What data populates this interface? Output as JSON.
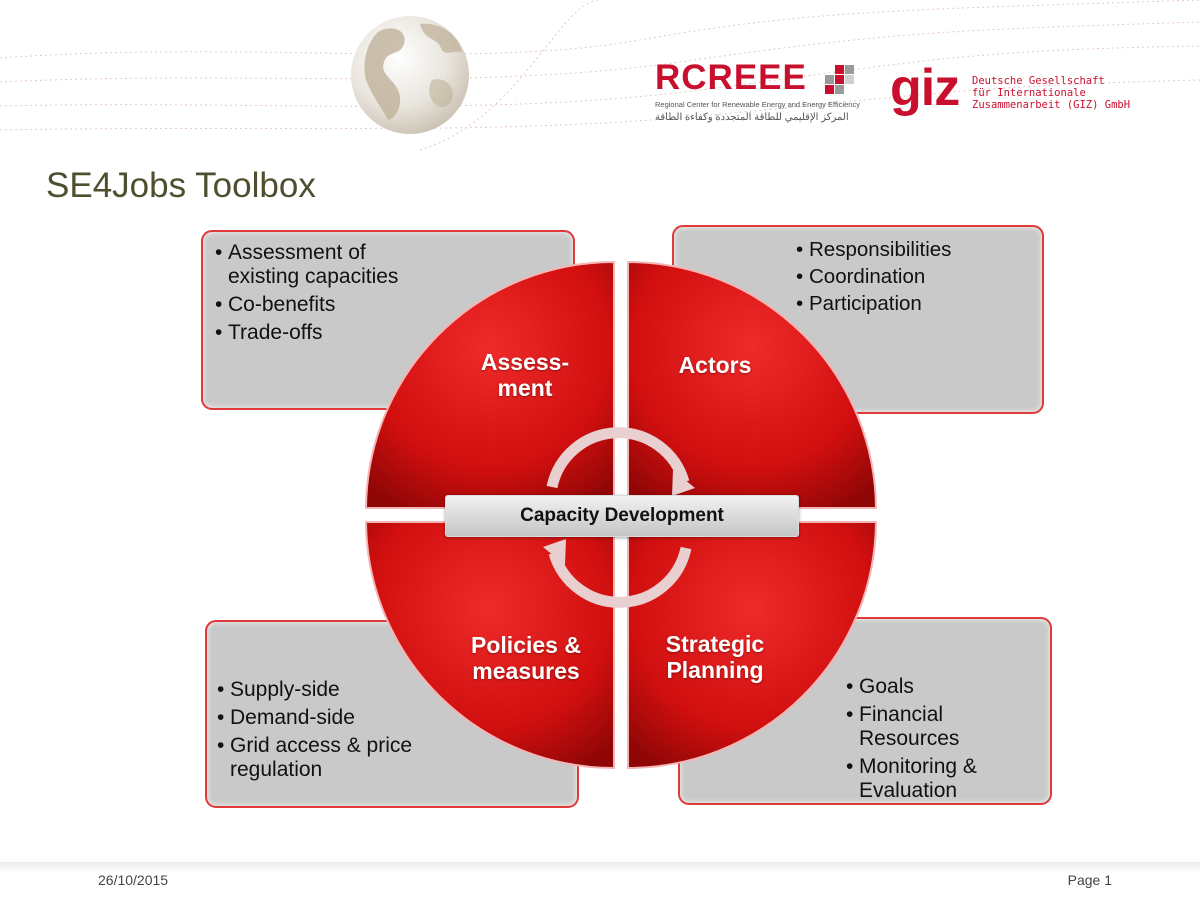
{
  "title": "SE4Jobs Toolbox",
  "logos": {
    "rcreee": {
      "name": "RCREEE",
      "english": "Regional Center for Renewable Energy and Energy Efficiency",
      "arabic": "المركز الإقليمي للطاقة المتجددة وكفاءة الطاقة"
    },
    "giz": {
      "mark": "giz",
      "lines": [
        "Deutsche Gesellschaft",
        "für Internationale",
        "Zusammenarbeit (GIZ) GmbH"
      ]
    }
  },
  "quadrants": {
    "assessment": {
      "line1": "Assess-",
      "line2": "ment"
    },
    "actors": {
      "label": "Actors"
    },
    "policies": {
      "line1": "Policies &",
      "line2": "measures"
    },
    "strategic": {
      "line1": "Strategic",
      "line2": "Planning"
    }
  },
  "center_label": "Capacity Development",
  "boxes": {
    "top_left": [
      "Assessment of existing capacities",
      "Co-benefits",
      "Trade-offs"
    ],
    "top_right": [
      "Responsibilities",
      "Coordination",
      "Participation"
    ],
    "bottom_left": [
      "Supply-side",
      "Demand-side",
      "Grid access & price regulation"
    ],
    "bottom_right": [
      "Goals",
      "Financial Resources",
      "Monitoring & Evaluation"
    ]
  },
  "footer": {
    "date": "26/10/2015",
    "page": "Page 1"
  },
  "colors": {
    "accent_red": "#c8102e",
    "box_grey": "#c9c9c9",
    "title_olive": "#4f4f2f"
  },
  "icons": {
    "globe": "globe-icon",
    "cycle": "cycle-arrows-icon"
  }
}
